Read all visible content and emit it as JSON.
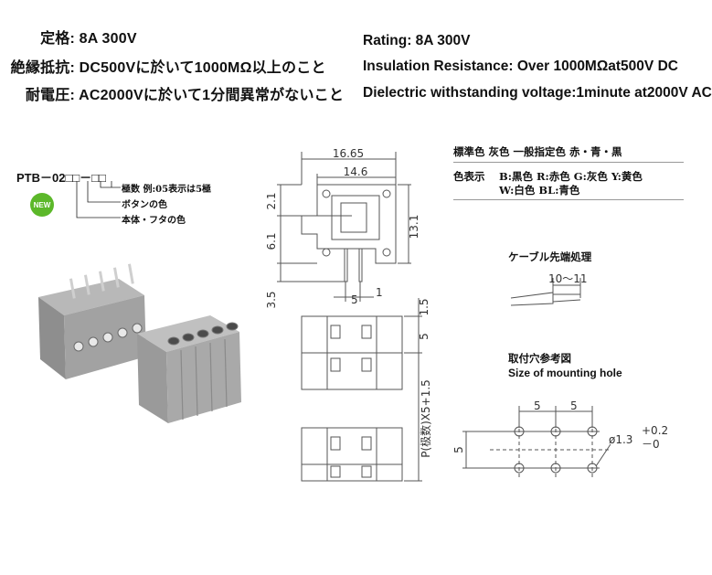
{
  "specs_jp": [
    {
      "key": "定格:",
      "value": "8A 300V"
    },
    {
      "key": "絶縁抵抗:",
      "value": "DC500Vに於いて1000MΩ以上のこと"
    },
    {
      "key": "耐電圧:",
      "value": "AC2000Vに於いて1分間異常がないこと"
    }
  ],
  "specs_en": [
    "Rating: 8A 300V",
    "Insulation Resistance: Over 1000MΩat500V DC",
    "Dielectric withstanding voltage:1minute at2000V AC"
  ],
  "part_code": {
    "model": "PTB－02□□－□□",
    "legend": [
      "極数  例:05表示は5極",
      "ボタンの色",
      "本体・フタの色"
    ],
    "badge": "NEW"
  },
  "colors_table": {
    "row1": "標準色 灰色    一般指定色 赤・青・黒",
    "row2_label": "色表示",
    "row2_line1": "B:黒色   R:赤色   G:灰色   Y:黄色",
    "row2_line2": "W:白色   BL:青色"
  },
  "cable_section": {
    "title": "ケーブル先端処理",
    "dimension": "10～11"
  },
  "mounting": {
    "title_jp": "取付穴参考図",
    "title_en": "Size of mounting hole",
    "pitch_x": "5",
    "pitch_x2": "5",
    "pitch_y": "5",
    "hole": "ø1.3",
    "tol_plus": "+0.2",
    "tol_minus": "－0"
  },
  "side_view": {
    "width_outer": "16.65",
    "width_inner": "14.6",
    "height": "13.1",
    "dim_2_1": "2.1",
    "dim_6_1": "6.1",
    "dim_3_5": "3.5",
    "pin_pitch": "5",
    "pin_width": "1"
  },
  "top_view": {
    "top_offset": "1.5",
    "pitch": "5",
    "length_formula": "P(极数)X5+1.5"
  }
}
